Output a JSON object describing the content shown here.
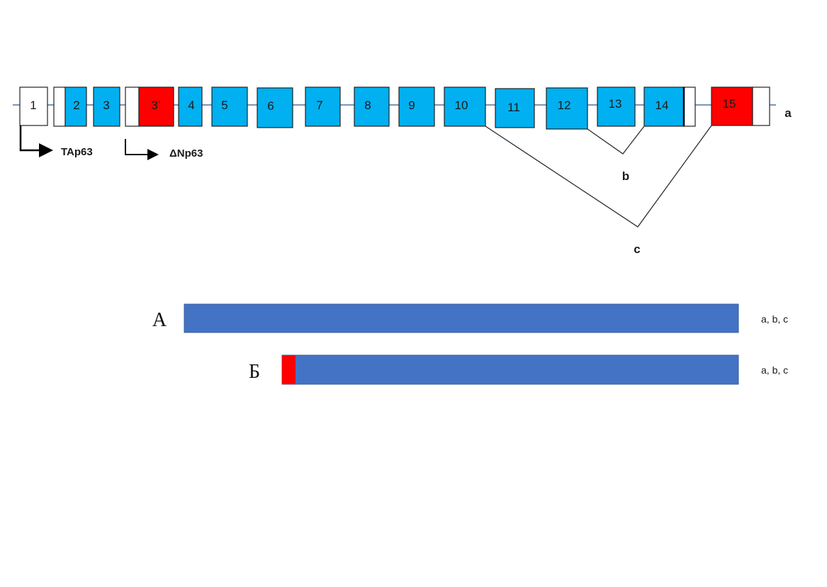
{
  "colors": {
    "coding_exon": "#00b0f0",
    "alt_exon": "#ff0000",
    "utr": "#ffffff",
    "intron_line": "#2f5597",
    "isoform_bar": "#4472c4",
    "isoform_marker": "#ff0000"
  },
  "gene": {
    "exons": [
      {
        "label": "1",
        "kind": "utr"
      },
      {
        "label": "2",
        "kind": "coding"
      },
      {
        "label": "3",
        "kind": "coding"
      },
      {
        "label": "3’",
        "kind": "alt"
      },
      {
        "label": "4",
        "kind": "coding"
      },
      {
        "label": "5",
        "kind": "coding"
      },
      {
        "label": "6",
        "kind": "coding"
      },
      {
        "label": "7",
        "kind": "coding"
      },
      {
        "label": "8",
        "kind": "coding"
      },
      {
        "label": "9",
        "kind": "coding"
      },
      {
        "label": "10",
        "kind": "coding"
      },
      {
        "label": "11",
        "kind": "coding"
      },
      {
        "label": "12",
        "kind": "coding"
      },
      {
        "label": "13",
        "kind": "coding"
      },
      {
        "label": "14",
        "kind": "coding"
      },
      {
        "label": "15",
        "kind": "alt"
      }
    ],
    "promoters": [
      "TAp63",
      "ΔNp63"
    ],
    "splice_variants": [
      "a",
      "b",
      "c"
    ]
  },
  "isoforms": [
    {
      "letter": "A",
      "variants": "a, b, c"
    },
    {
      "letter": "Б",
      "variants": "a, b, c"
    }
  ]
}
